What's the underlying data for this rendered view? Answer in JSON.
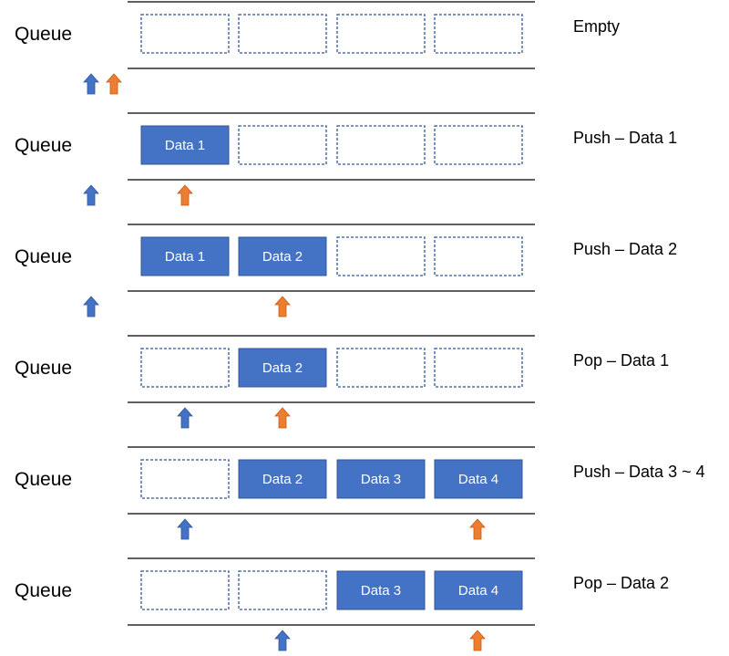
{
  "colors": {
    "cell_fill": "#4472c4",
    "cell_border": "#2f5597",
    "empty_border": "#2f5597",
    "line": "#000000",
    "head_arrow": "#4472c4",
    "head_arrow_border": "#2f5597",
    "tail_arrow": "#ed7d31",
    "tail_arrow_border": "#c55a11",
    "text": "#000000",
    "cell_text": "#ffffff"
  },
  "rows": [
    {
      "label": "Queue",
      "operation": "Empty",
      "cells": [
        "",
        "",
        "",
        ""
      ],
      "head_index": 0,
      "tail_index": 0
    },
    {
      "label": "Queue",
      "operation": "Push – Data 1",
      "cells": [
        "Data 1",
        "",
        "",
        ""
      ],
      "head_index": 0,
      "tail_index": 1
    },
    {
      "label": "Queue",
      "operation": "Push – Data 2",
      "cells": [
        "Data 1",
        "Data 2",
        "",
        ""
      ],
      "head_index": 0,
      "tail_index": 2
    },
    {
      "label": "Queue",
      "operation": "Pop – Data 1",
      "cells": [
        "",
        "Data 2",
        "",
        ""
      ],
      "head_index": 1,
      "tail_index": 2
    },
    {
      "label": "Queue",
      "operation": "Push – Data 3 ~ 4",
      "cells": [
        "",
        "Data 2",
        "Data 3",
        "Data 4"
      ],
      "head_index": 1,
      "tail_index": 4
    },
    {
      "label": "Queue",
      "operation": "Pop – Data 2",
      "cells": [
        "",
        "",
        "Data 3",
        "Data 4"
      ],
      "head_index": 2,
      "tail_index": 4
    }
  ]
}
